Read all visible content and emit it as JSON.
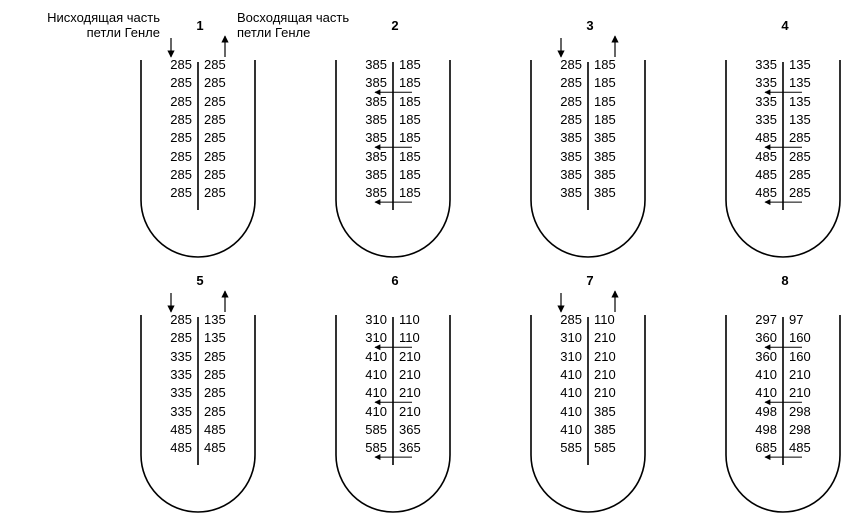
{
  "labels": {
    "descending_line1": "Нисходящая часть",
    "descending_line2": "петли Генле",
    "ascending_line1": "Восходящая часть",
    "ascending_line2": "петли Генле"
  },
  "panels": [
    {
      "num": "1",
      "down_arrow": true,
      "up_arrow": true,
      "left": [
        "285",
        "285",
        "285",
        "285",
        "285",
        "285",
        "285",
        "285"
      ],
      "right": [
        "285",
        "285",
        "285",
        "285",
        "285",
        "285",
        "285",
        "285"
      ],
      "transfer_rows": []
    },
    {
      "num": "2",
      "down_arrow": false,
      "up_arrow": false,
      "left": [
        "385",
        "385",
        "385",
        "385",
        "385",
        "385",
        "385",
        "385"
      ],
      "right": [
        "185",
        "185",
        "185",
        "185",
        "185",
        "185",
        "185",
        "185"
      ],
      "transfer_rows": [
        1,
        4,
        7
      ]
    },
    {
      "num": "3",
      "down_arrow": true,
      "up_arrow": true,
      "left": [
        "285",
        "285",
        "285",
        "285",
        "385",
        "385",
        "385",
        "385"
      ],
      "right": [
        "185",
        "185",
        "185",
        "185",
        "385",
        "385",
        "385",
        "385"
      ],
      "transfer_rows": []
    },
    {
      "num": "4",
      "down_arrow": false,
      "up_arrow": false,
      "left": [
        "335",
        "335",
        "335",
        "335",
        "485",
        "485",
        "485",
        "485"
      ],
      "right": [
        "135",
        "135",
        "135",
        "135",
        "285",
        "285",
        "285",
        "285"
      ],
      "transfer_rows": [
        1,
        4,
        7
      ]
    },
    {
      "num": "5",
      "down_arrow": true,
      "up_arrow": true,
      "left": [
        "285",
        "285",
        "335",
        "335",
        "335",
        "335",
        "485",
        "485"
      ],
      "right": [
        "135",
        "135",
        "285",
        "285",
        "285",
        "285",
        "485",
        "485"
      ],
      "transfer_rows": []
    },
    {
      "num": "6",
      "down_arrow": false,
      "up_arrow": false,
      "left": [
        "310",
        "310",
        "410",
        "410",
        "410",
        "410",
        "585",
        "585"
      ],
      "right": [
        "110",
        "110",
        "210",
        "210",
        "210",
        "210",
        "365",
        "365"
      ],
      "transfer_rows": [
        1,
        4,
        7
      ]
    },
    {
      "num": "7",
      "down_arrow": true,
      "up_arrow": true,
      "left": [
        "285",
        "310",
        "310",
        "410",
        "410",
        "410",
        "410",
        "585"
      ],
      "right": [
        "110",
        "210",
        "210",
        "210",
        "210",
        "385",
        "385",
        "585"
      ],
      "transfer_rows": []
    },
    {
      "num": "8",
      "down_arrow": false,
      "up_arrow": false,
      "left": [
        "297",
        "360",
        "360",
        "410",
        "410",
        "498",
        "498",
        "685"
      ],
      "right": [
        "97",
        "160",
        "160",
        "210",
        "210",
        "298",
        "298",
        "485"
      ],
      "transfer_rows": [
        1,
        4,
        7
      ]
    }
  ]
}
